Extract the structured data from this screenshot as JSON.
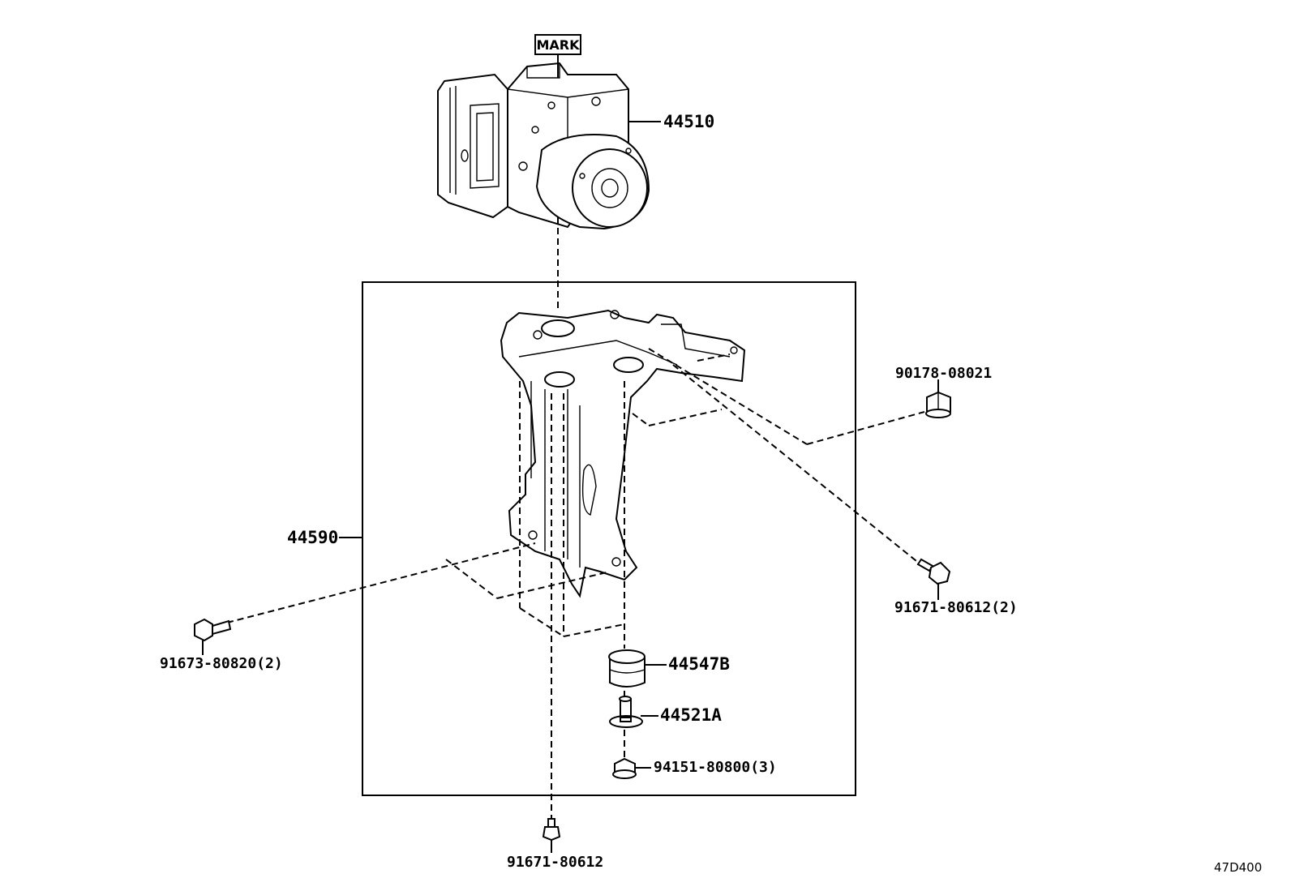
{
  "mark": "MARK",
  "labels": {
    "actuator": "44510",
    "bracket": "44590",
    "nut_top": "90178-08021",
    "bolt_right": "91671-80612(2)",
    "bolt_left": "91673-80820(2)",
    "cushion": "44547B",
    "collar": "44521A",
    "nut_bottom": "94151-80800(3)",
    "bolt_bottom": "91671-80612"
  },
  "figure_code": "47D400"
}
